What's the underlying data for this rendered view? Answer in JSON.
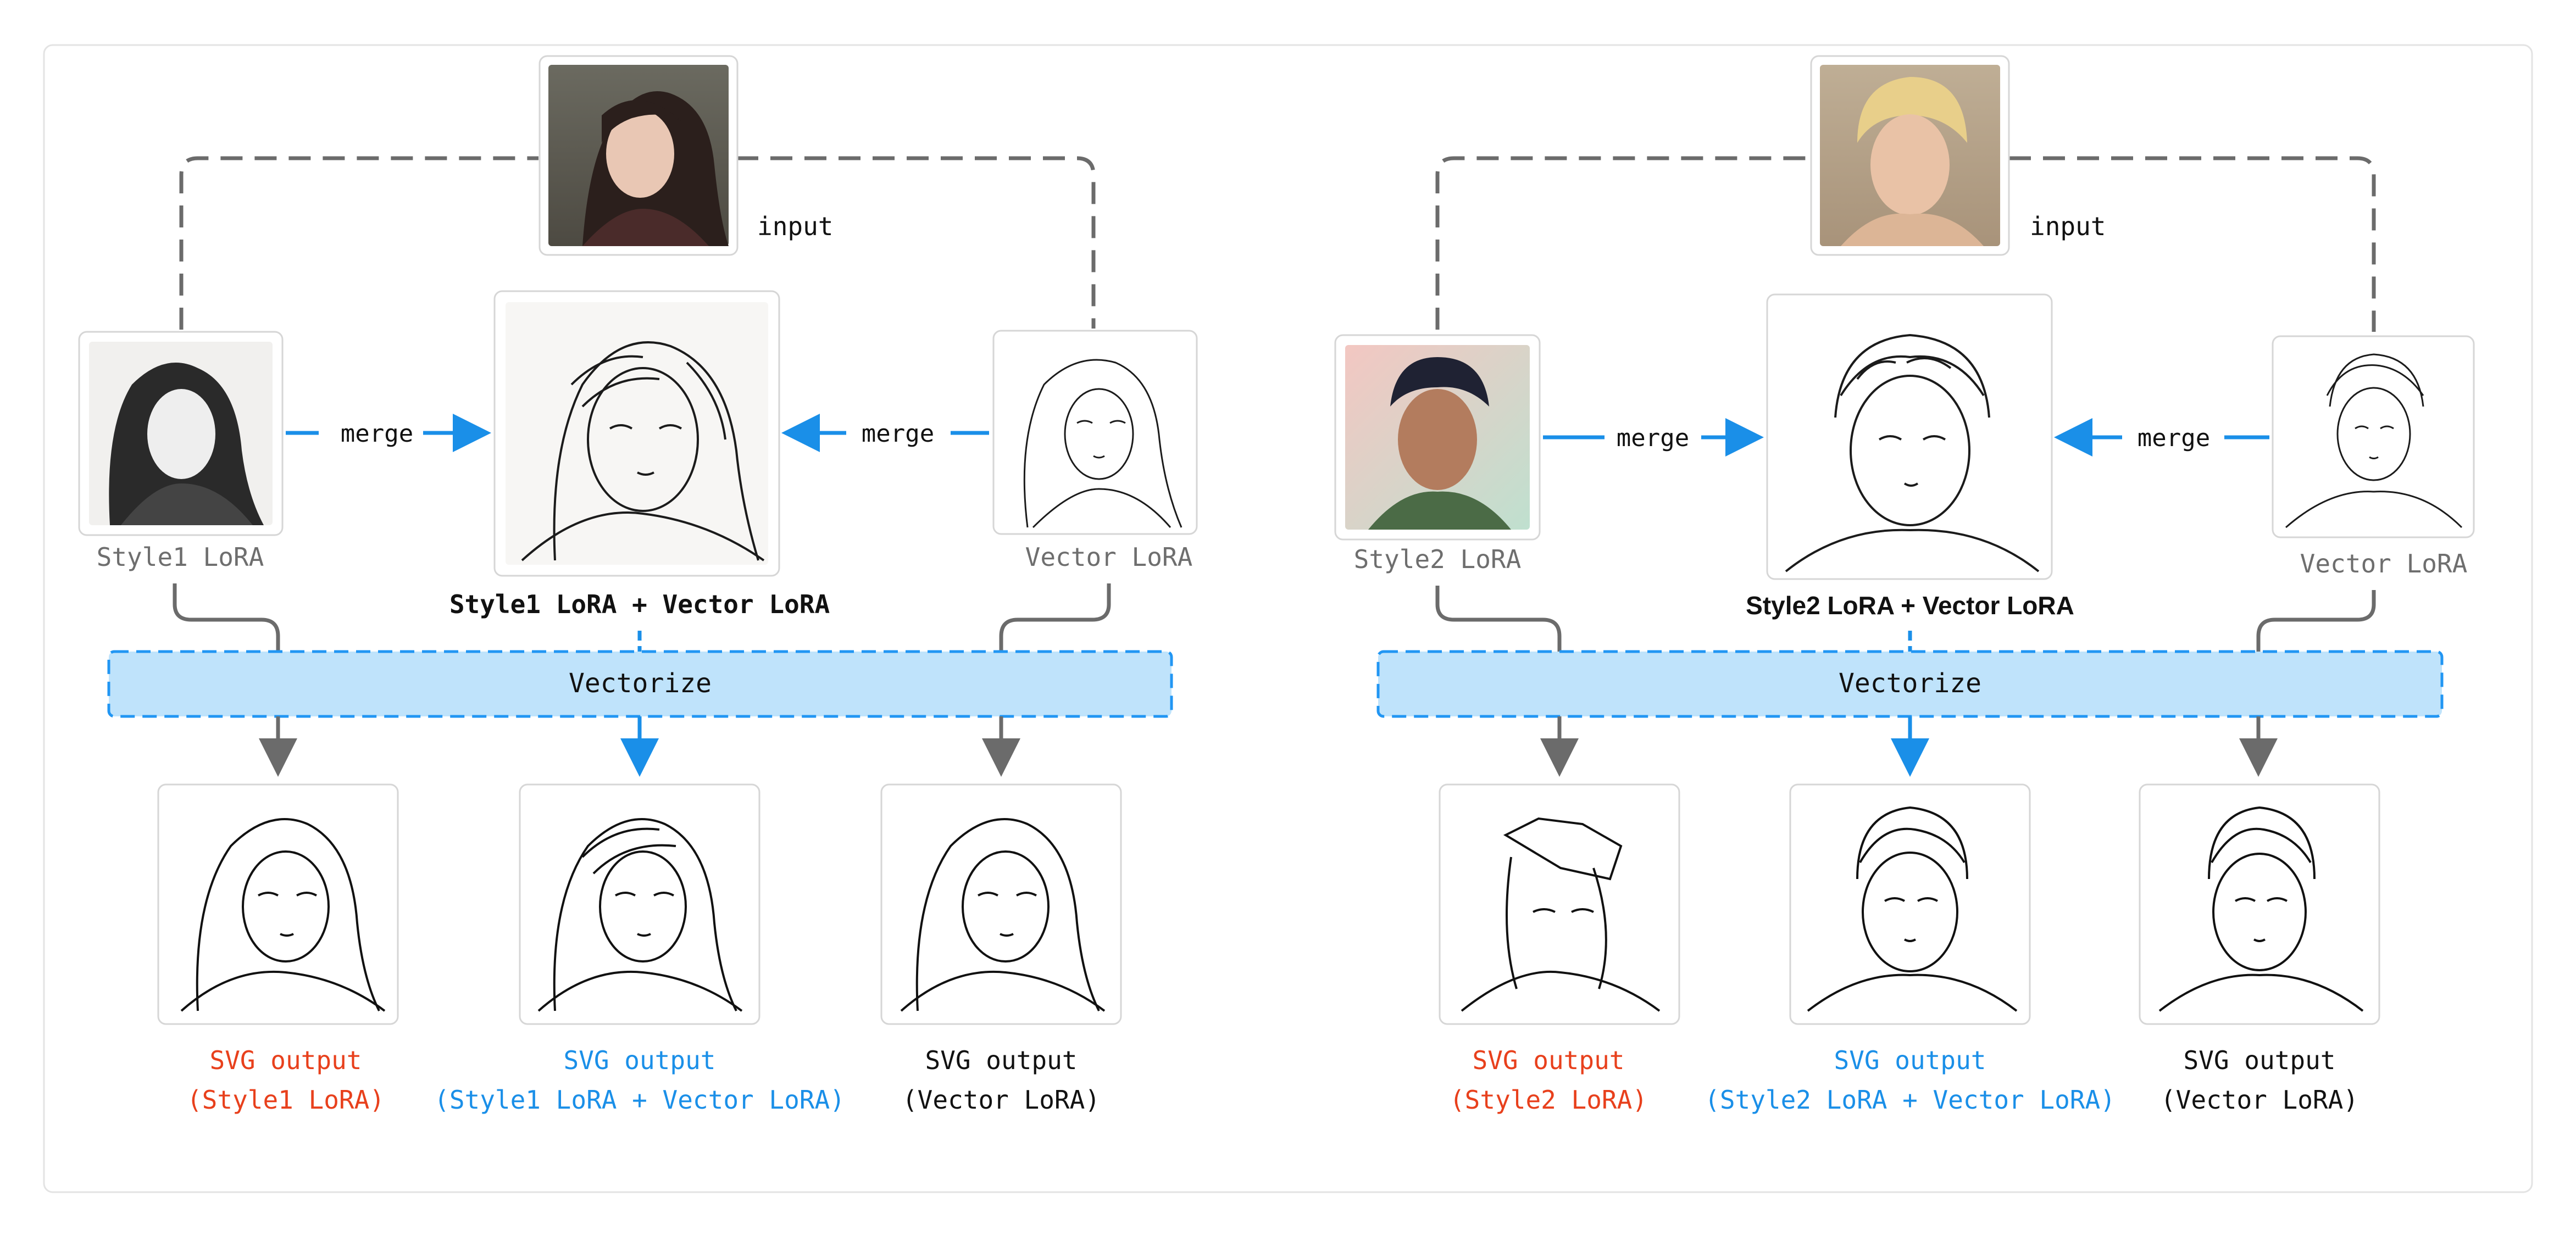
{
  "colors": {
    "accent_blue": "#1a8fe8",
    "accent_red": "#e8401c",
    "dashed_gray": "#6b6b6b",
    "vectorize_fill": "#bfe3fb",
    "vectorize_stroke": "#2196f3",
    "label_gray": "#6e6e6e",
    "card_border": "#d6d6d6",
    "outer_border": "#e3e3e3"
  },
  "panels": [
    {
      "input_label": "input",
      "style_lora_label": "Style1 LoRA",
      "vector_lora_label": "Vector LoRA",
      "merge_left_label": "merge",
      "merge_right_label": "merge",
      "combined_label": "Style1 LoRA + Vector LoRA",
      "vectorize_label": "Vectorize",
      "outputs": [
        {
          "line1": "SVG output",
          "line2": "(Style1 LoRA)",
          "color": "red"
        },
        {
          "line1": "SVG output",
          "line2": "(Style1 LoRA + Vector LoRA)",
          "color": "blue"
        },
        {
          "line1": "SVG output",
          "line2": "(Vector LoRA)",
          "color": "black"
        }
      ]
    },
    {
      "input_label": "input",
      "style_lora_label": "Style2 LoRA",
      "vector_lora_label": "Vector LoRA",
      "merge_left_label": "merge",
      "merge_right_label": "merge",
      "combined_label": "Style2 LoRA + Vector LoRA",
      "vectorize_label": "Vectorize",
      "outputs": [
        {
          "line1": "SVG output",
          "line2": "(Style2 LoRA)",
          "color": "red"
        },
        {
          "line1": "SVG output",
          "line2": "(Style2 LoRA + Vector LoRA)",
          "color": "blue"
        },
        {
          "line1": "SVG output",
          "line2": "(Vector LoRA)",
          "color": "black"
        }
      ]
    }
  ]
}
